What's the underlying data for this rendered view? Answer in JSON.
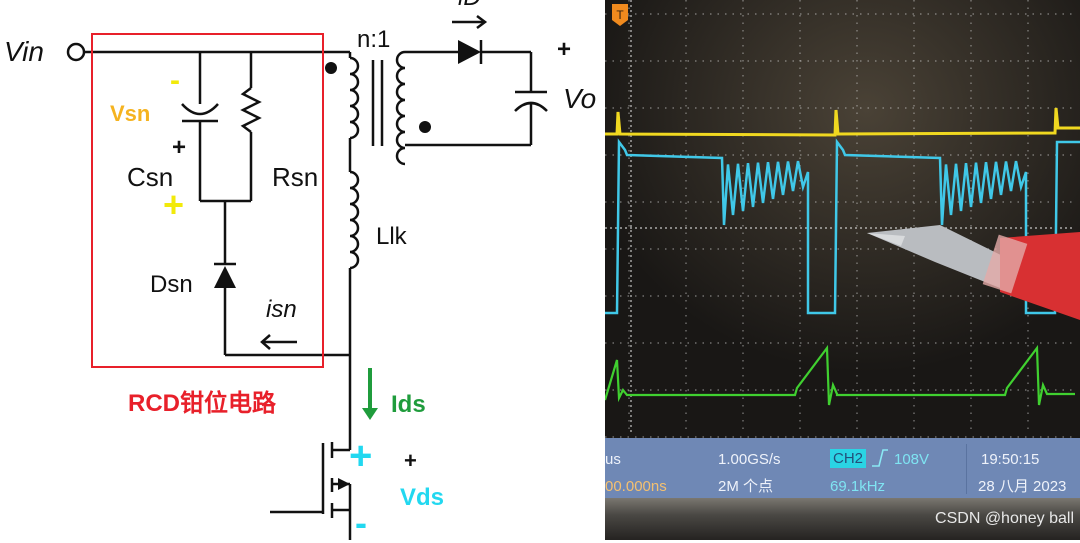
{
  "circuit": {
    "labels": {
      "vin": "Vin",
      "transformer_ratio": "n:1",
      "output_diode_current": "iD",
      "output_plus": "+",
      "vo": "Vo",
      "vsn_minus": "-",
      "vsn": "Vsn",
      "csn_plus_black": "+",
      "csn": "Csn",
      "csn_plus_yellow": "+",
      "rsn": "Rsn",
      "llk": "Llk",
      "dsn": "Dsn",
      "isn": "isn",
      "rcd_caption": "RCD钳位电路",
      "ids": "Ids",
      "vds_plus_cyan": "+",
      "vds_plus_black": "+",
      "vds": "Vds",
      "vds_minus": "-"
    },
    "colors": {
      "rcd_box": "#e8202a",
      "vsn": "#f5b320",
      "plus_yellow": "#f2ea0a",
      "ids": "#1f9c3c",
      "vds": "#22d8f0",
      "wire": "#111111"
    }
  },
  "scope": {
    "trigger_marker": "T",
    "status": {
      "timebase_partial": "us",
      "position": "00.000ns",
      "sample_rate": "1.00GS/s",
      "record_length": "2M 个点",
      "trigger_channel": "CH2",
      "trigger_level": "108V",
      "frequency": "69.1kHz",
      "time": "19:50:15",
      "date": "28 八月 2023"
    },
    "traces": {
      "ch1_color": "#f0d820",
      "ch2_color": "#40c8e8",
      "ch3_color": "#40d030"
    },
    "watermark": "CSDN @honey ball"
  }
}
